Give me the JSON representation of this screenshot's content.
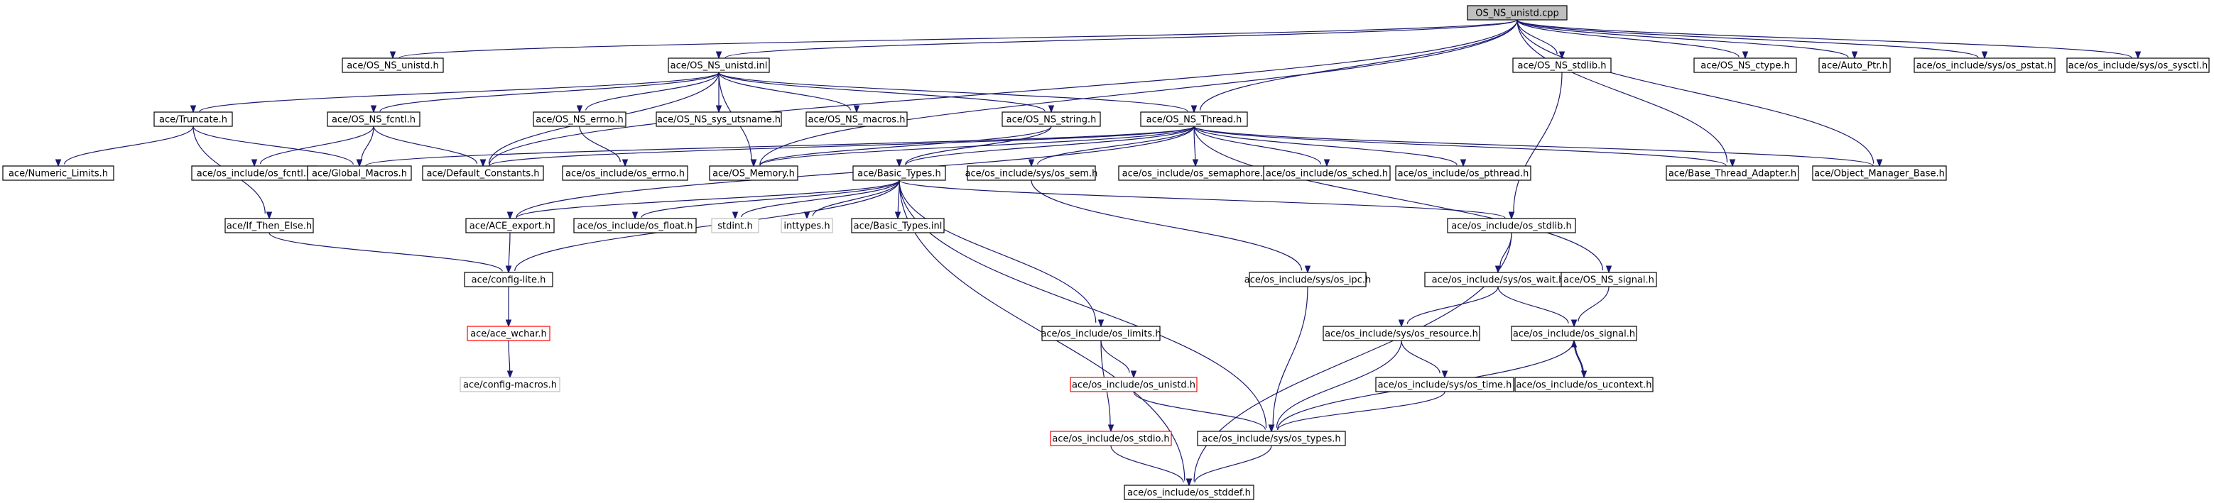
{
  "graph": {
    "nodes": [
      {
        "id": "root",
        "label": "OS_NS_unistd.cpp",
        "style": "root"
      },
      {
        "id": "unistd_h",
        "label": "ace/OS_NS_unistd.h",
        "style": "normal"
      },
      {
        "id": "unistd_inl",
        "label": "ace/OS_NS_unistd.inl",
        "style": "normal"
      },
      {
        "id": "stdlib_h",
        "label": "ace/OS_NS_stdlib.h",
        "style": "normal"
      },
      {
        "id": "ctype_h",
        "label": "ace/OS_NS_ctype.h",
        "style": "normal"
      },
      {
        "id": "autoptr",
        "label": "ace/Auto_Ptr.h",
        "style": "normal"
      },
      {
        "id": "pstat",
        "label": "ace/os_include/sys/os_pstat.h",
        "style": "normal"
      },
      {
        "id": "sysctl",
        "label": "ace/os_include/sys/os_sysctl.h",
        "style": "normal"
      },
      {
        "id": "truncate",
        "label": "ace/Truncate.h",
        "style": "normal"
      },
      {
        "id": "fcntl",
        "label": "ace/OS_NS_fcntl.h",
        "style": "normal"
      },
      {
        "id": "errno",
        "label": "ace/OS_NS_errno.h",
        "style": "normal"
      },
      {
        "id": "utsname",
        "label": "ace/OS_NS_sys_utsname.h",
        "style": "normal"
      },
      {
        "id": "macros",
        "label": "ace/OS_NS_macros.h",
        "style": "normal"
      },
      {
        "id": "string",
        "label": "ace/OS_NS_string.h",
        "style": "normal"
      },
      {
        "id": "thread",
        "label": "ace/OS_NS_Thread.h",
        "style": "normal"
      },
      {
        "id": "numlimits",
        "label": "ace/Numeric_Limits.h",
        "style": "normal"
      },
      {
        "id": "osfcntl",
        "label": "ace/os_include/os_fcntl.h",
        "style": "normal"
      },
      {
        "id": "globalmacros",
        "label": "ace/Global_Macros.h",
        "style": "normal"
      },
      {
        "id": "defconst",
        "label": "ace/Default_Constants.h",
        "style": "normal"
      },
      {
        "id": "oserrno",
        "label": "ace/os_include/os_errno.h",
        "style": "normal"
      },
      {
        "id": "memory",
        "label": "ace/OS_Memory.h",
        "style": "normal"
      },
      {
        "id": "basictypes",
        "label": "ace/Basic_Types.h",
        "style": "normal"
      },
      {
        "id": "syssem",
        "label": "ace/os_include/sys/os_sem.h",
        "style": "normal"
      },
      {
        "id": "semaphore",
        "label": "ace/os_include/os_semaphore.h",
        "style": "normal"
      },
      {
        "id": "sched",
        "label": "ace/os_include/os_sched.h",
        "style": "normal"
      },
      {
        "id": "pthread",
        "label": "ace/os_include/os_pthread.h",
        "style": "normal"
      },
      {
        "id": "btadapter",
        "label": "ace/Base_Thread_Adapter.h",
        "style": "normal"
      },
      {
        "id": "objmgr",
        "label": "ace/Object_Manager_Base.h",
        "style": "normal"
      },
      {
        "id": "ifthen",
        "label": "ace/If_Then_Else.h",
        "style": "normal"
      },
      {
        "id": "aceexport",
        "label": "ace/ACE_export.h",
        "style": "normal"
      },
      {
        "id": "osfloat",
        "label": "ace/os_include/os_float.h",
        "style": "normal"
      },
      {
        "id": "stdint",
        "label": "stdint.h",
        "style": "plain"
      },
      {
        "id": "inttypes",
        "label": "inttypes.h",
        "style": "plain"
      },
      {
        "id": "basicinl",
        "label": "ace/Basic_Types.inl",
        "style": "normal"
      },
      {
        "id": "osstdlib",
        "label": "ace/os_include/os_stdlib.h",
        "style": "normal"
      },
      {
        "id": "configlite",
        "label": "ace/config-lite.h",
        "style": "normal"
      },
      {
        "id": "sysipc",
        "label": "ace/os_include/sys/os_ipc.h",
        "style": "normal"
      },
      {
        "id": "syswait",
        "label": "ace/os_include/sys/os_wait.h",
        "style": "normal"
      },
      {
        "id": "nssignal",
        "label": "ace/OS_NS_signal.h",
        "style": "normal"
      },
      {
        "id": "acewchar",
        "label": "ace/ace_wchar.h",
        "style": "truncated"
      },
      {
        "id": "oslimits",
        "label": "ace/os_include/os_limits.h",
        "style": "normal"
      },
      {
        "id": "sysresource",
        "label": "ace/os_include/sys/os_resource.h",
        "style": "normal"
      },
      {
        "id": "ossignal",
        "label": "ace/os_include/os_signal.h",
        "style": "normal"
      },
      {
        "id": "configmacros",
        "label": "ace/config-macros.h",
        "style": "plain"
      },
      {
        "id": "osunistd",
        "label": "ace/os_include/os_unistd.h",
        "style": "truncated"
      },
      {
        "id": "systime",
        "label": "ace/os_include/sys/os_time.h",
        "style": "normal"
      },
      {
        "id": "ucontext",
        "label": "ace/os_include/os_ucontext.h",
        "style": "normal"
      },
      {
        "id": "osstdio",
        "label": "ace/os_include/os_stdio.h",
        "style": "truncated"
      },
      {
        "id": "systypes",
        "label": "ace/os_include/sys/os_types.h",
        "style": "normal"
      },
      {
        "id": "osstddef",
        "label": "ace/os_include/os_stddef.h",
        "style": "normal"
      }
    ],
    "edges": [
      [
        "root",
        "unistd_h"
      ],
      [
        "root",
        "unistd_inl"
      ],
      [
        "root",
        "stdlib_h"
      ],
      [
        "root",
        "ctype_h"
      ],
      [
        "root",
        "autoptr"
      ],
      [
        "root",
        "pstat"
      ],
      [
        "root",
        "sysctl"
      ],
      [
        "root",
        "defconst"
      ],
      [
        "root",
        "memory"
      ],
      [
        "root",
        "thread"
      ],
      [
        "root",
        "btadapter"
      ],
      [
        "root",
        "objmgr"
      ],
      [
        "unistd_inl",
        "truncate"
      ],
      [
        "unistd_inl",
        "fcntl"
      ],
      [
        "unistd_inl",
        "errno"
      ],
      [
        "unistd_inl",
        "utsname"
      ],
      [
        "unistd_inl",
        "macros"
      ],
      [
        "unistd_inl",
        "string"
      ],
      [
        "unistd_inl",
        "defconst"
      ],
      [
        "unistd_inl",
        "memory"
      ],
      [
        "unistd_inl",
        "thread"
      ],
      [
        "truncate",
        "numlimits"
      ],
      [
        "truncate",
        "globalmacros"
      ],
      [
        "truncate",
        "ifthen"
      ],
      [
        "fcntl",
        "osfcntl"
      ],
      [
        "fcntl",
        "globalmacros"
      ],
      [
        "fcntl",
        "defconst"
      ],
      [
        "errno",
        "oserrno"
      ],
      [
        "string",
        "basictypes"
      ],
      [
        "string",
        "memory"
      ],
      [
        "thread",
        "globalmacros"
      ],
      [
        "thread",
        "defconst"
      ],
      [
        "thread",
        "memory"
      ],
      [
        "thread",
        "basictypes"
      ],
      [
        "thread",
        "syssem"
      ],
      [
        "thread",
        "semaphore"
      ],
      [
        "thread",
        "sched"
      ],
      [
        "thread",
        "pthread"
      ],
      [
        "thread",
        "btadapter"
      ],
      [
        "thread",
        "objmgr"
      ],
      [
        "thread",
        "aceexport"
      ],
      [
        "thread",
        "nssignal"
      ],
      [
        "stdlib_h",
        "osstdlib"
      ],
      [
        "ifthen",
        "configlite"
      ],
      [
        "basictypes",
        "aceexport"
      ],
      [
        "basictypes",
        "osfloat"
      ],
      [
        "basictypes",
        "stdint"
      ],
      [
        "basictypes",
        "inttypes"
      ],
      [
        "basictypes",
        "basicinl"
      ],
      [
        "basictypes",
        "osstdlib"
      ],
      [
        "basictypes",
        "configlite"
      ],
      [
        "basictypes",
        "oslimits"
      ],
      [
        "basictypes",
        "systypes"
      ],
      [
        "basictypes",
        "osstddef"
      ],
      [
        "syssem",
        "sysipc"
      ],
      [
        "aceexport",
        "configlite"
      ],
      [
        "configlite",
        "acewchar"
      ],
      [
        "acewchar",
        "configmacros"
      ],
      [
        "osstdlib",
        "syswait"
      ],
      [
        "osstdlib",
        "osstddef"
      ],
      [
        "syswait",
        "sysresource"
      ],
      [
        "syswait",
        "ossignal"
      ],
      [
        "nssignal",
        "ossignal"
      ],
      [
        "sysipc",
        "systypes"
      ],
      [
        "oslimits",
        "osunistd"
      ],
      [
        "oslimits",
        "osstdio"
      ],
      [
        "osunistd",
        "systypes"
      ],
      [
        "sysresource",
        "systime"
      ],
      [
        "sysresource",
        "systypes"
      ],
      [
        "systime",
        "systypes"
      ],
      [
        "ossignal",
        "ucontext"
      ],
      [
        "ossignal",
        "systypes"
      ],
      [
        "ucontext",
        "ossignal"
      ],
      [
        "osstdio",
        "osstddef"
      ],
      [
        "systypes",
        "osstddef"
      ]
    ]
  }
}
